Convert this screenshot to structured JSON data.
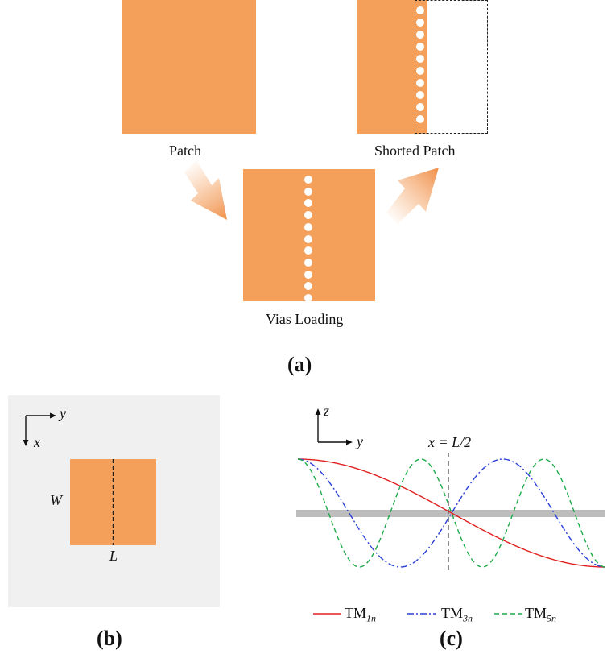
{
  "panel_a": {
    "patch_label": "Patch",
    "shorted_label": "Shorted Patch",
    "vias_label": "Vias Loading",
    "caption": "(a)"
  },
  "panel_b": {
    "axis_y": "y",
    "axis_x": "x",
    "width_label": "W",
    "length_label": "L",
    "caption": "(b)"
  },
  "panel_c": {
    "axis_z": "z",
    "axis_y": "y",
    "center_label": "x = L/2",
    "legend": [
      {
        "base": "TM",
        "sub": "1n",
        "color": "#e02020",
        "dash": "solid"
      },
      {
        "base": "TM",
        "sub": "3n",
        "color": "#2a3fd6",
        "dash": "dashdot"
      },
      {
        "base": "TM",
        "sub": "5n",
        "color": "#1faa4a",
        "dash": "dashed"
      }
    ],
    "caption": "(c)"
  },
  "colors": {
    "patch": "#f4a05a",
    "substrate": "#f0f0f0",
    "ground": "#bdbdbd"
  }
}
